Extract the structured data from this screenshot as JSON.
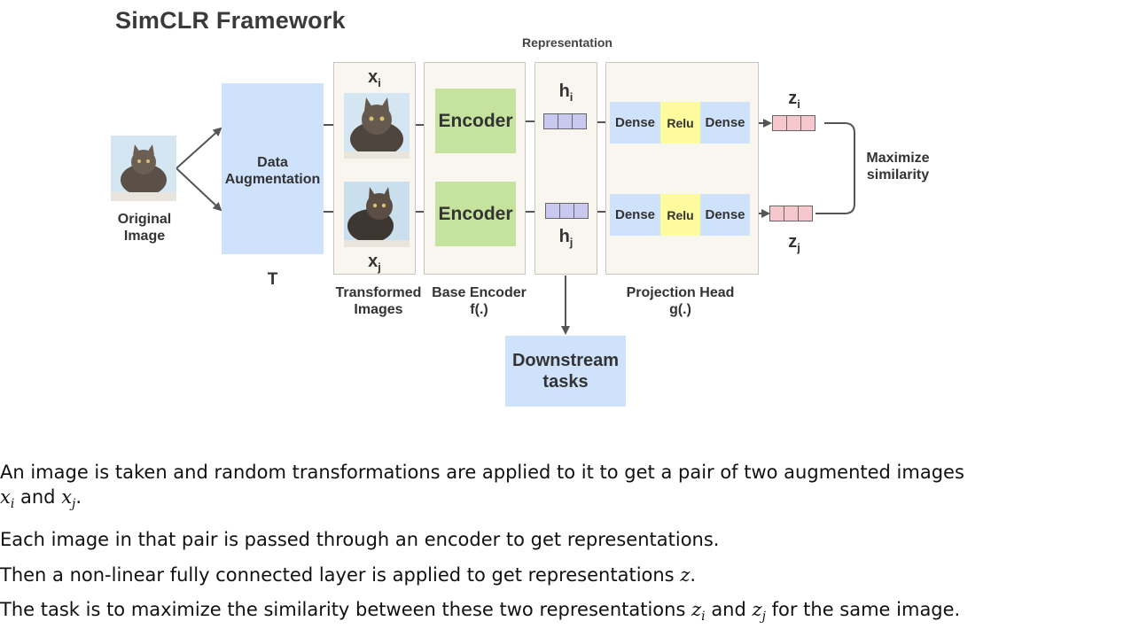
{
  "diagram": {
    "title": "SimCLR Framework",
    "representation_label": "Representation",
    "original_image_label": "Original Image",
    "data_augmentation_label": "Data Augmentation",
    "t_label": "T",
    "xi_label": "x",
    "xi_sub": "i",
    "xj_label": "x",
    "xj_sub": "j",
    "transformed_images_label": "Transformed Images",
    "encoder_label": "Encoder",
    "base_encoder_label": "Base Encoder",
    "base_encoder_fn": "f(.)",
    "hi_label": "h",
    "hi_sub": "i",
    "hj_label": "h",
    "hj_sub": "j",
    "dense_label": "Dense",
    "relu_label": "Relu",
    "projection_head_label": "Projection Head",
    "projection_head_fn": "g(.)",
    "zi_label": "z",
    "zi_sub": "i",
    "zj_label": "z",
    "zj_sub": "j",
    "maximize_label": "Maximize similarity",
    "downstream_label": "Downstream tasks"
  },
  "text": {
    "p1_a": "An image is taken and random transformations are applied to it to get a pair of two augmented images",
    "p1_x": "x",
    "p1_i": "i",
    "p1_and": " and ",
    "p1_x2": "x",
    "p1_j": "j",
    "p1_end": ".",
    "p2": "Each image in that pair is passed through an encoder to get representations.",
    "p3_a": "Then a non-linear fully connected layer is applied to get representations ",
    "p3_z": "z",
    "p3_end": ".",
    "p4_a": "The task is to maximize the similarity between these two representations ",
    "p4_z1": "z",
    "p4_i": "i",
    "p4_and": " and ",
    "p4_z2": "z",
    "p4_j": "j",
    "p4_end": " for the same image."
  },
  "colors": {
    "augmentation": "#cfe2fb",
    "encoder": "#c6e39e",
    "dense": "#cfe2fb",
    "relu": "#fdfb9d",
    "representation_vector": "#c9c9f0",
    "projection_vector": "#f6c7cc",
    "panel": "#f8f6ef"
  }
}
